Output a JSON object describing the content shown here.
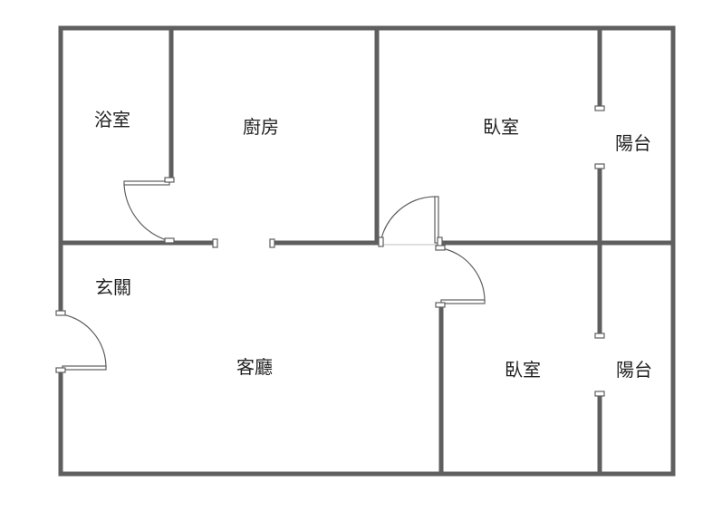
{
  "rooms": {
    "bathroom": "浴室",
    "kitchen": "廚房",
    "bedroom_top": "臥室",
    "balcony_top": "陽台",
    "entrance": "玄關",
    "living_room": "客廳",
    "bedroom_bottom": "臥室",
    "balcony_bottom": "陽台"
  },
  "colors": {
    "wall": "#5f5f5f",
    "label": "#222222",
    "background": "#ffffff"
  }
}
